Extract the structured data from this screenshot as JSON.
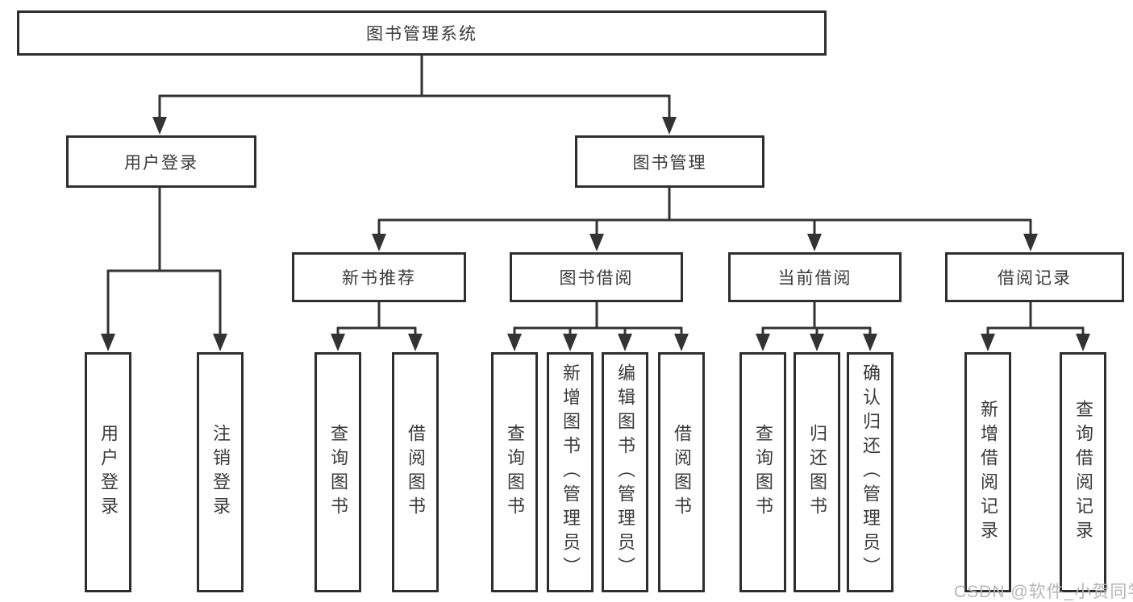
{
  "tree": {
    "root": "图书管理系统",
    "user_login": {
      "label": "用户登录",
      "children": [
        "用户登录",
        "注销登录"
      ]
    },
    "book_mgmt": {
      "label": "图书管理",
      "new_book": {
        "label": "新书推荐",
        "children": [
          "查询图书",
          "借阅图书"
        ]
      },
      "borrow": {
        "label": "图书借阅",
        "children": [
          "查询图书",
          "新增图书（管理员）",
          "编辑图书（管理员）",
          "借阅图书"
        ]
      },
      "current": {
        "label": "当前借阅",
        "children": [
          "查询图书",
          "归还图书",
          "确认归还（管理员）"
        ]
      },
      "record": {
        "label": "借阅记录",
        "children": [
          "新增借阅记录",
          "查询借阅记录"
        ]
      }
    }
  },
  "watermark": "CSDN @软件_小贺同学",
  "colors": {
    "line": "#333333",
    "box_border": "#2e2e2e",
    "text": "#3a3a3a",
    "watermark": "#b6b6b6",
    "background": "#ffffff"
  }
}
